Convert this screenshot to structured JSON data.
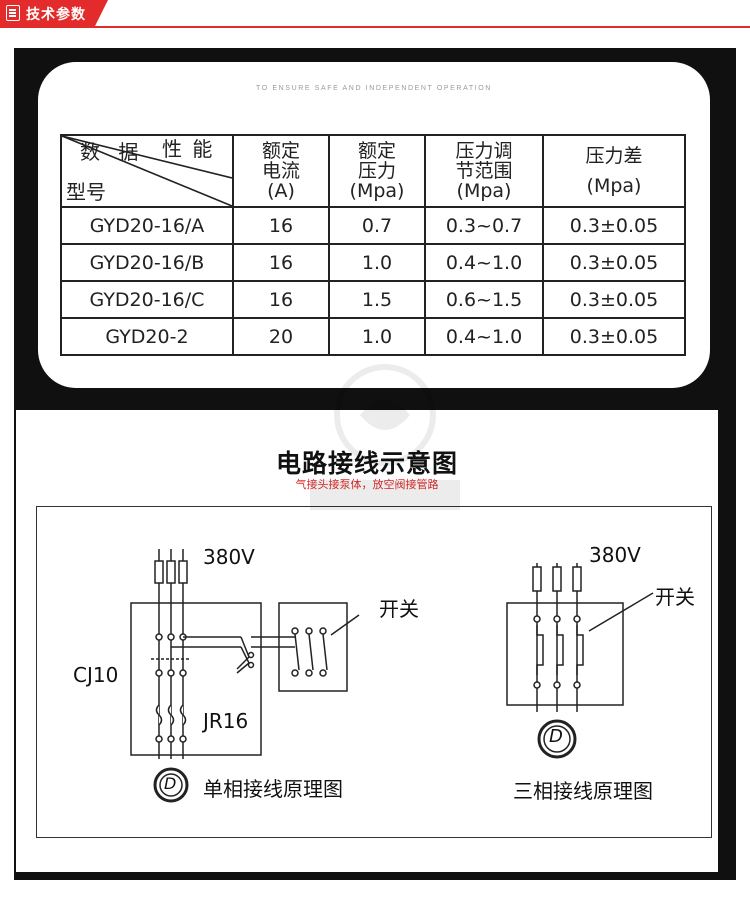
{
  "header": {
    "title": "技术参数"
  },
  "tagline": "TO ENSURE SAFE AND INDEPENDENT OPERATION",
  "table": {
    "corner": {
      "top_right": "性 能",
      "middle": "数 据",
      "bottom_left": "型号"
    },
    "headers": [
      "额定\n电流\n(A)",
      "额定\n压力\n(Mpa)",
      "压力调\n节范围\n(Mpa)",
      "压力差\n(Mpa)"
    ],
    "rows": [
      {
        "model": "GYD20-16/A",
        "current": "16",
        "pressure": "0.7",
        "range": "0.3~0.7",
        "diff": "0.3±0.05"
      },
      {
        "model": "GYD20-16/B",
        "current": "16",
        "pressure": "1.0",
        "range": "0.4~1.0",
        "diff": "0.3±0.05"
      },
      {
        "model": "GYD20-16/C",
        "current": "16",
        "pressure": "1.5",
        "range": "0.6~1.5",
        "diff": "0.3±0.05"
      },
      {
        "model": "GYD20-2",
        "current": "20",
        "pressure": "1.0",
        "range": "0.4~1.0",
        "diff": "0.3±0.05"
      }
    ]
  },
  "diagram": {
    "title": "电路接线示意图",
    "subtitle": "气接头接泵体，放空阀接管路",
    "single": {
      "voltage": "380V",
      "switch": "开关",
      "contactor": "CJ10",
      "relay": "JR16",
      "motor": "D",
      "caption": "单相接线原理图"
    },
    "three": {
      "voltage": "380V",
      "switch": "开关",
      "motor": "D",
      "caption": "三相接线原理图"
    }
  }
}
